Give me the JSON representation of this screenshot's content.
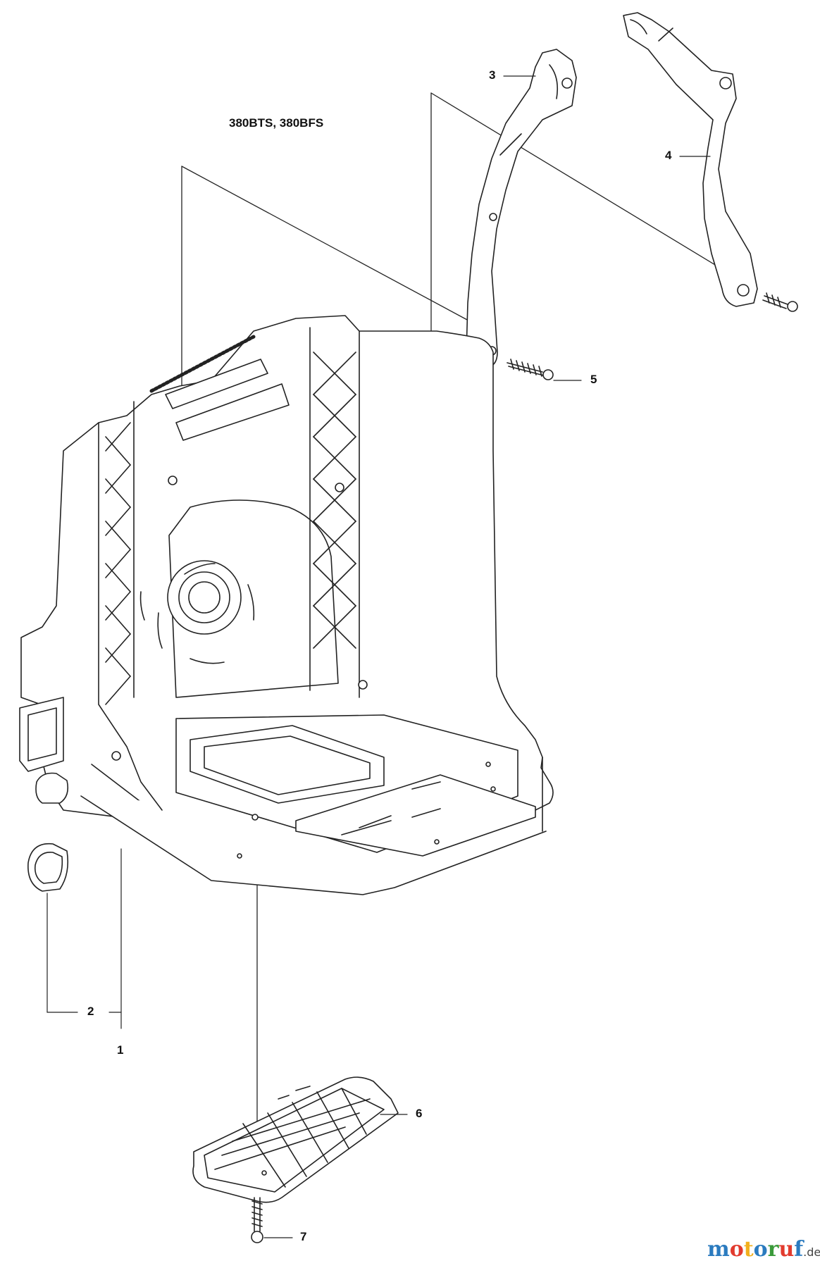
{
  "diagram": {
    "model_label": "380BTS, 380BFS",
    "callouts": [
      {
        "id": "1",
        "label": "1"
      },
      {
        "id": "2",
        "label": "2"
      },
      {
        "id": "3",
        "label": "3"
      },
      {
        "id": "4",
        "label": "4"
      },
      {
        "id": "5",
        "label": "5"
      },
      {
        "id": "6",
        "label": "6"
      },
      {
        "id": "7",
        "label": "7"
      }
    ]
  },
  "watermark": {
    "text_parts": [
      "m",
      "o",
      "t",
      "o",
      "r",
      "u",
      "f"
    ],
    "tld": ".de",
    "colors": [
      "#2b7bbf",
      "#e23b2e",
      "#f2b01e",
      "#2b7bbf",
      "#3a9a3a",
      "#e23b2e",
      "#2b7bbf"
    ]
  }
}
